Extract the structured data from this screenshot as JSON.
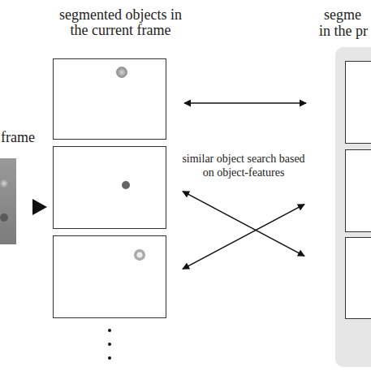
{
  "diagram": {
    "nodes": [
      {
        "text": []
      },
      {
        "text": []
      },
      {
        "text": []
      },
      {
        "text": []
      },
      {
        "text": [],
        "in": 3
      },
      {
        "text": [],
        "in": 3
      },
      {
        "text": [],
        "in": 3
      }
    ],
    "edges": [
      {
        "from": 0,
        "to": 4,
        "arrow": "both"
      },
      {
        "from": 1,
        "to": 6,
        "arrow": "both"
      },
      {
        "from": 2,
        "to": 5,
        "arrow": "both"
      }
    ],
    "labels": [
      "segmented objects in the current frame",
      "segme",
      "in the pr",
      "frame",
      "similar object search based on object-features"
    ]
  }
}
